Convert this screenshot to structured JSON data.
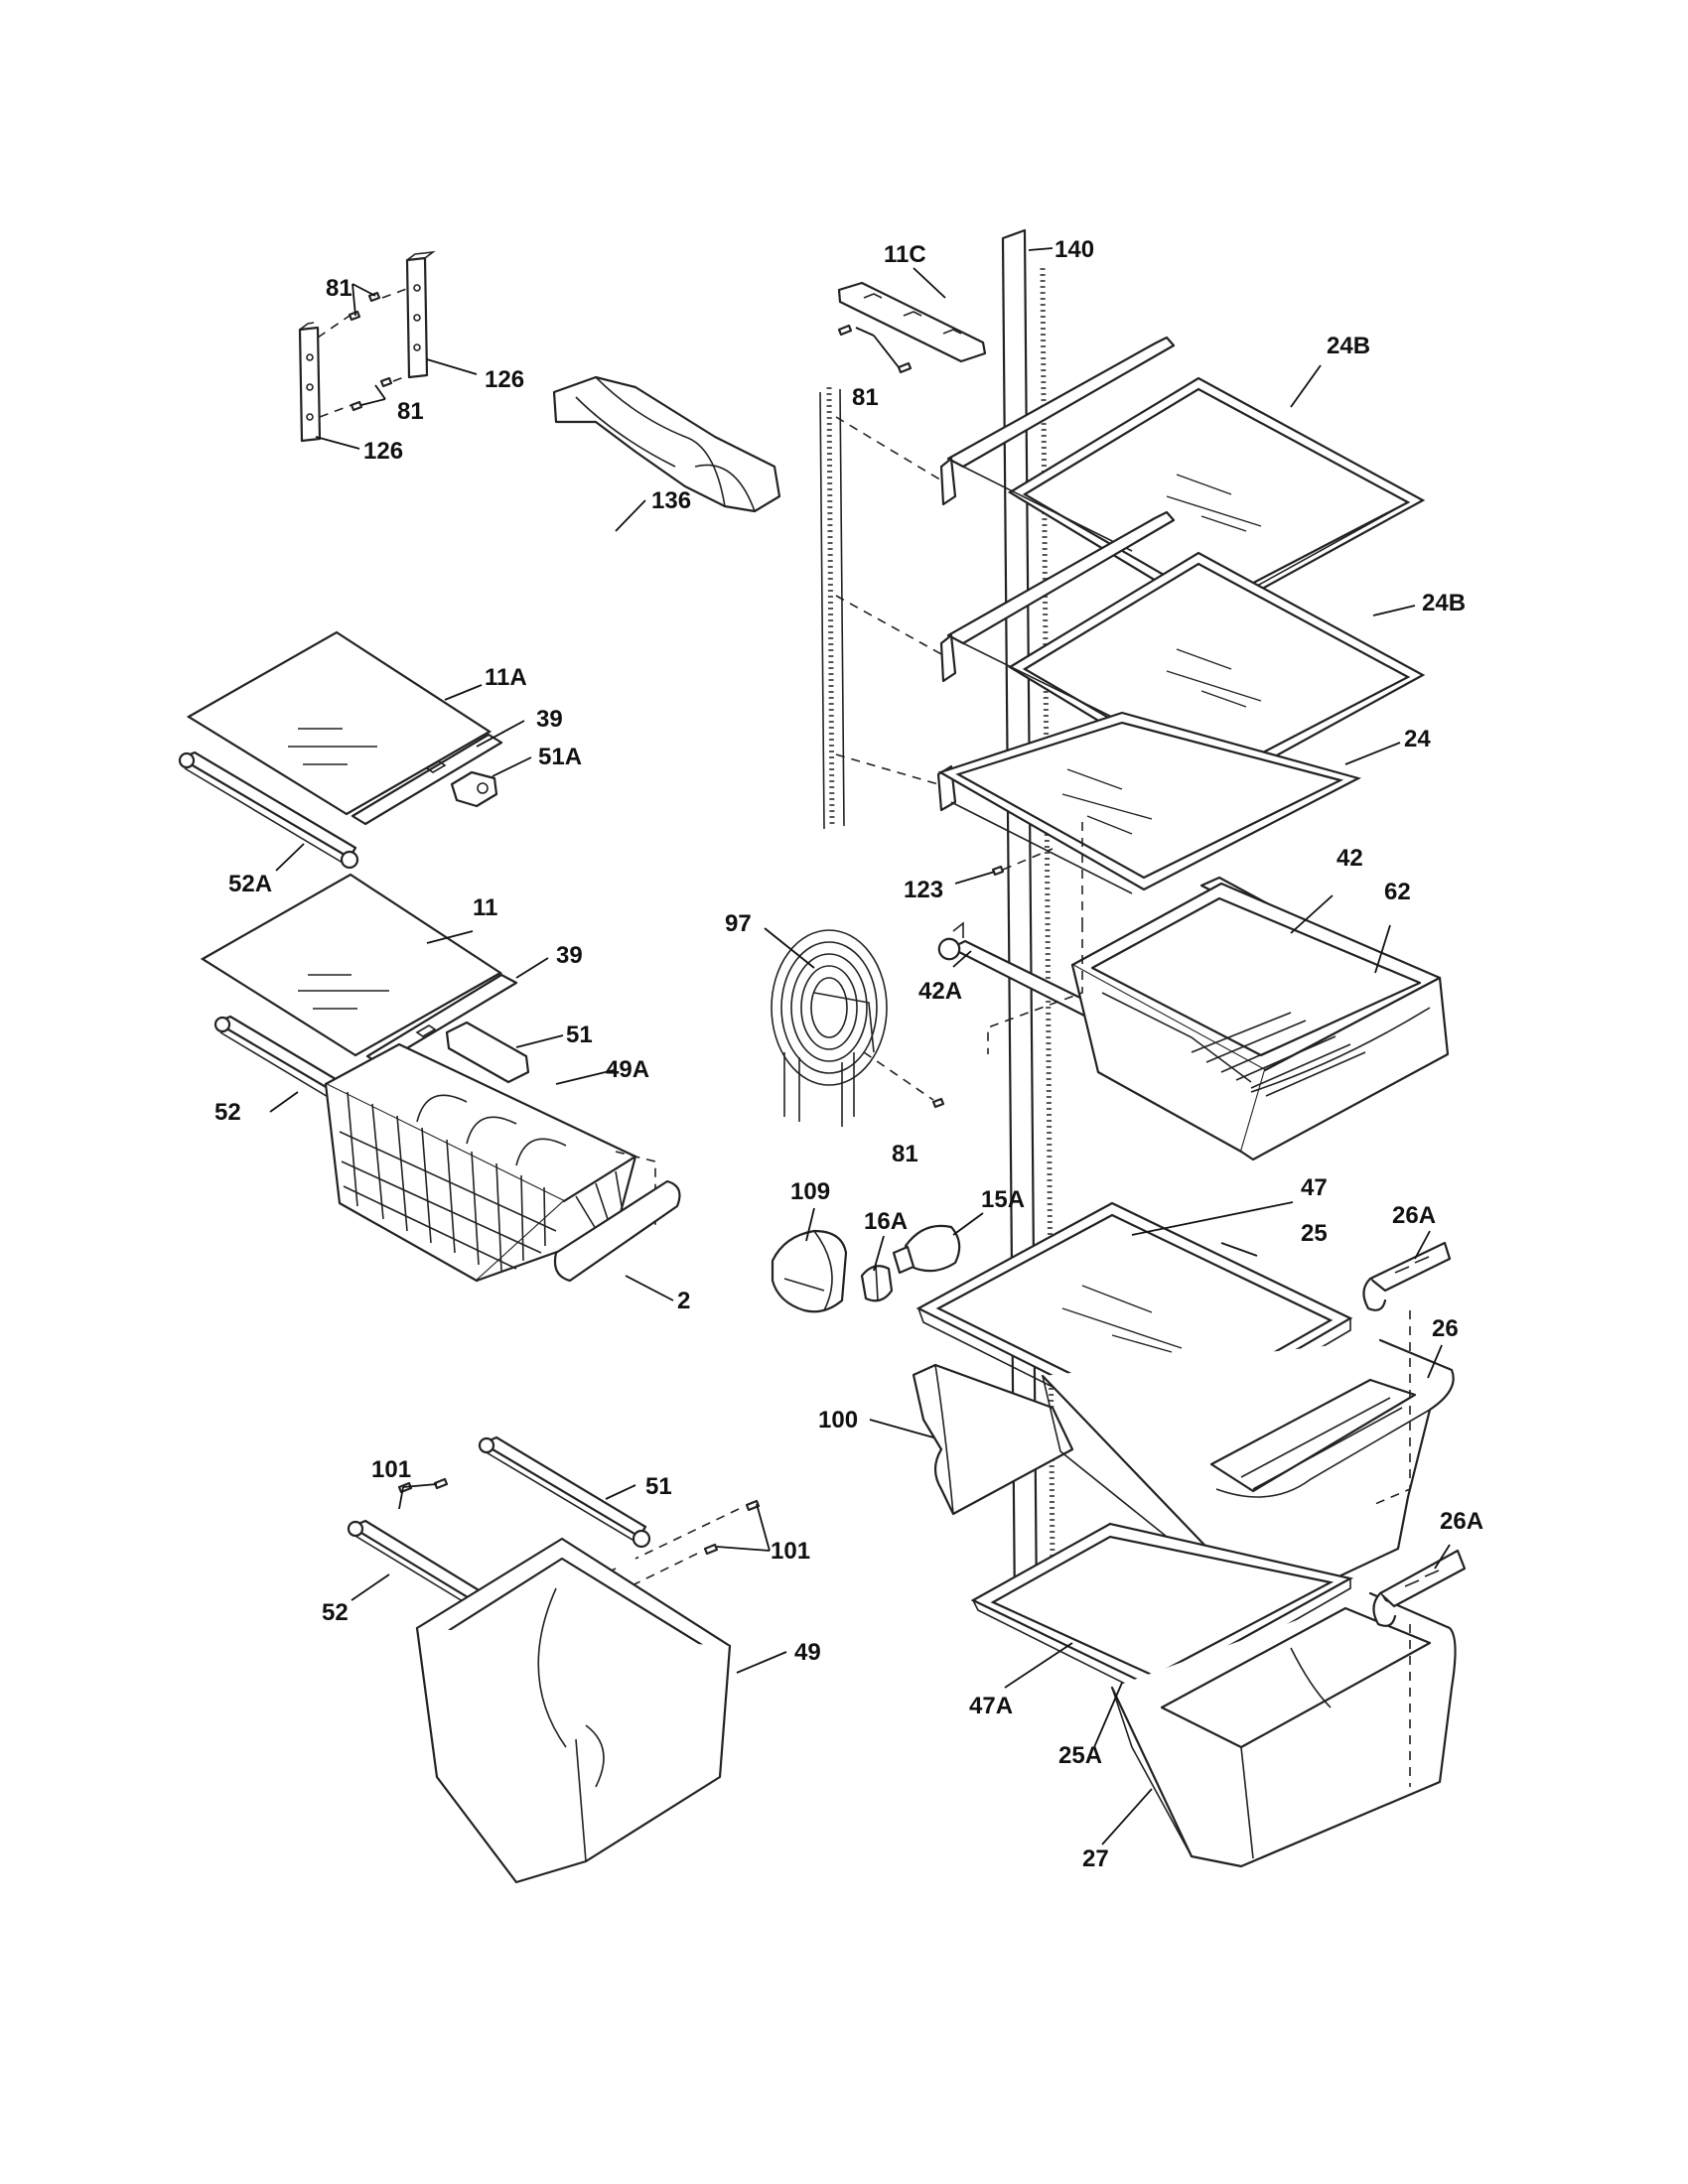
{
  "labels": {
    "l140": "140",
    "l11C": "11C",
    "l81_a": "81",
    "l81_b": "81",
    "l81_c": "81",
    "l81_d": "81",
    "l126_a": "126",
    "l126_b": "126",
    "l24B_a": "24B",
    "l24B_b": "24B",
    "l136": "136",
    "l11A": "11A",
    "l39_a": "39",
    "l51A": "51A",
    "l52A": "52A",
    "l24": "24",
    "l123": "123",
    "l42": "42",
    "l62": "62",
    "l97": "97",
    "l42A": "42A",
    "l11": "11",
    "l39_b": "39",
    "l51_a": "51",
    "l49A": "49A",
    "l52_a": "52",
    "l109": "109",
    "l16A": "16A",
    "l15A": "15A",
    "l47": "47",
    "l25": "25",
    "l26A_a": "26A",
    "l26": "26",
    "l2": "2",
    "l100": "100",
    "l101_a": "101",
    "l51_b": "51",
    "l101_b": "101",
    "l52_b": "52",
    "l49": "49",
    "l26A_b": "26A",
    "l47A": "47A",
    "l25A": "25A",
    "l27": "27"
  },
  "colors": {
    "line": "#222222",
    "background": "#ffffff"
  }
}
